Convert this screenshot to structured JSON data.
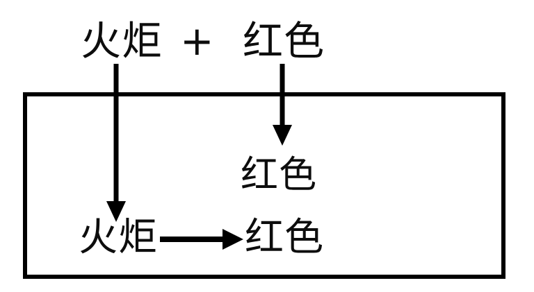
{
  "diagram": {
    "title_row": {
      "left_term": "火炬",
      "operator": "+",
      "right_term": "红色"
    },
    "box": {
      "middle_term": "红色",
      "bottom_row": {
        "source_term": "火炬",
        "target_term": "红色"
      }
    },
    "arrows": {
      "left_vertical_label": "火炬-to-火炬",
      "right_vertical_label": "红色-to-红色",
      "horizontal_label": "火炬-to-红色"
    },
    "colors": {
      "ink": "#000000",
      "background": "#ffffff"
    }
  }
}
